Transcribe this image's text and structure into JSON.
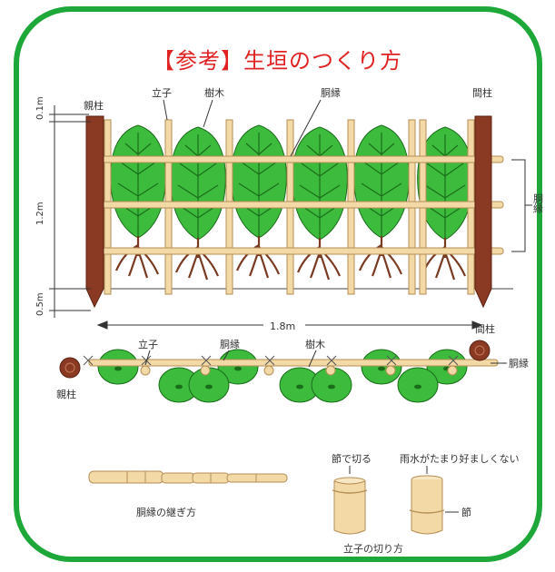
{
  "title": "【参考】生垣のつくり方",
  "colors": {
    "frame": "#1fa83a",
    "title": "#e02222",
    "leaf": "#3dbb3d",
    "leaf_vein": "#1a6e1a",
    "bamboo": "#f2d9a6",
    "bamboo_edge": "#b58f55",
    "post": "#8a3a22",
    "root": "#7a3a22"
  },
  "elevation": {
    "labels": {
      "oyabashira_left": "親柱",
      "tatego": "立子",
      "jumoku": "樹木",
      "dobuchi": "胴縁",
      "mabashira": "間柱",
      "dobuchi_side": "胴縁"
    },
    "dims": {
      "top": "0.1m",
      "middle": "1.2m",
      "bottom": "0.5m",
      "width": "1.8m"
    }
  },
  "plan": {
    "labels": {
      "tatego": "立子",
      "dobuchi_top": "胴縁",
      "jumoku": "樹木",
      "mabashira": "間柱",
      "dobuchi_right": "胴縁",
      "oyabashira": "親柱"
    }
  },
  "details": {
    "joint_caption": "胴縁の継ぎ方",
    "cut_label": "節で切る",
    "rain_label": "雨水がたまり好ましくない",
    "node_label": "節",
    "tatego_caption": "立子の切り方"
  }
}
